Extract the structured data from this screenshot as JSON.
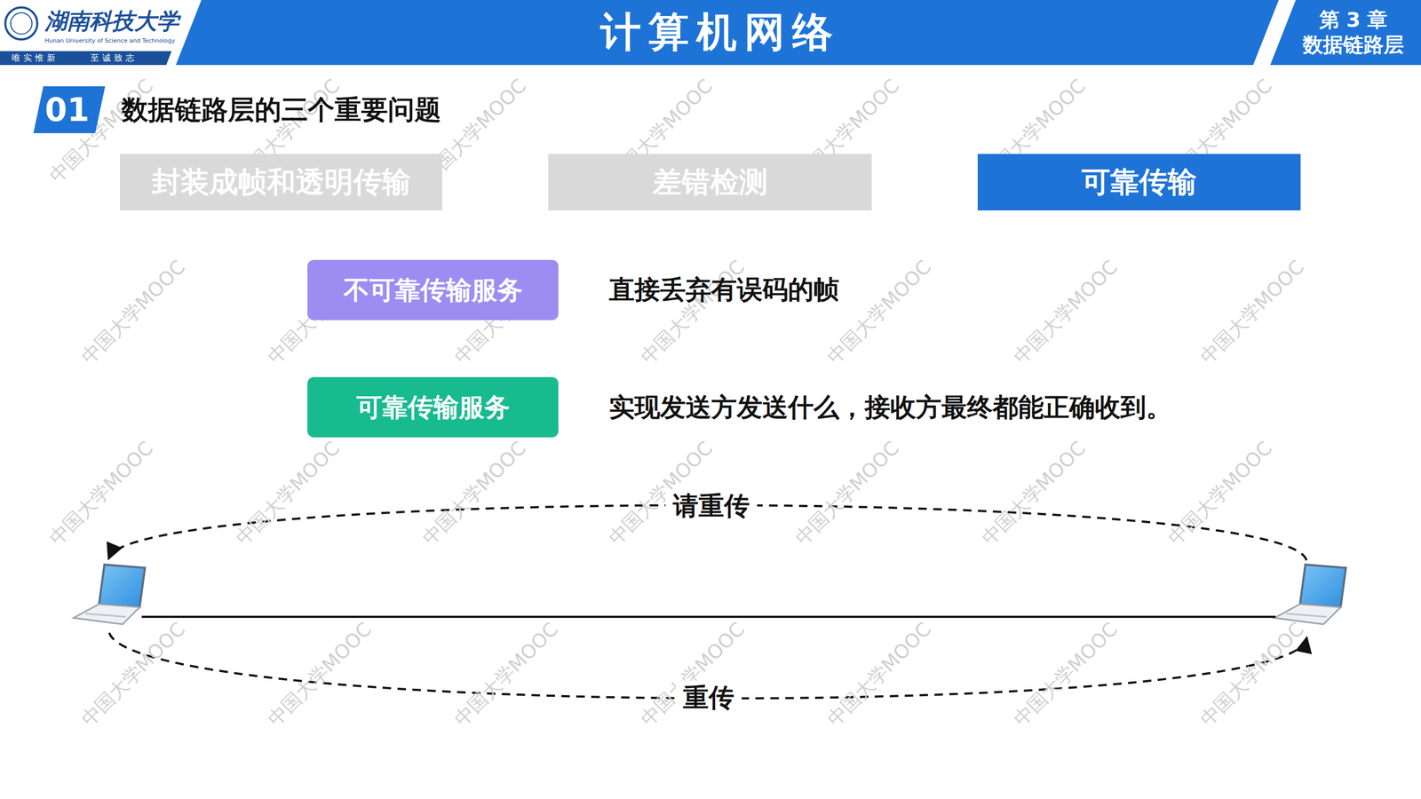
{
  "diagram": {
    "title": "计算机网络",
    "nodes": [
      {
        "text": [
          "第 3 章",
          "数据链路层"
        ]
      },
      {
        "text": [
          "01",
          "数据链路层的三个重要问题"
        ]
      },
      {
        "text": [
          "封装成帧和透明传输"
        ]
      },
      {
        "text": [
          "差错检测"
        ]
      },
      {
        "text": [
          "可靠传输"
        ]
      },
      {
        "text": [
          "不可靠传输服务"
        ]
      },
      {
        "text": [
          "可靠传输服务"
        ]
      }
    ],
    "labels": [
      "湖南科技大学",
      "Hunan University of Science and Technology",
      "唯实惟新",
      "至诚致志",
      "直接丢弃有误码的帧",
      "实现发送方发送什么，接收方最终都能正确收到。",
      "请重传",
      "重传",
      "中国大学MOOC",
      "中国大学MOOC",
      "中国大学MOOC",
      "中国大学MOOC",
      "中国大学MOOC",
      "中国大学MOOC",
      "中国大学MOOC",
      "中国大学MOOC",
      "中国大学MOOC",
      "中国大学MOOC",
      "中国大学MOOC",
      "中国大学MOOC",
      "中国大学MOOC",
      "中国大学MOOC",
      "中国大学MOOC",
      "中国大学MOOC",
      "中国大学MOOC",
      "中国大学MOOC",
      "中国大学MOOC",
      "中国大学MOOC",
      "中国大学MOOC",
      "中国大学MOOC",
      "中国大学MOOC",
      "中国大学MOOC",
      "中国大学MOOC",
      "中国大学MOOC",
      "中国大学MOOC",
      "中国大学MOOC"
    ]
  }
}
